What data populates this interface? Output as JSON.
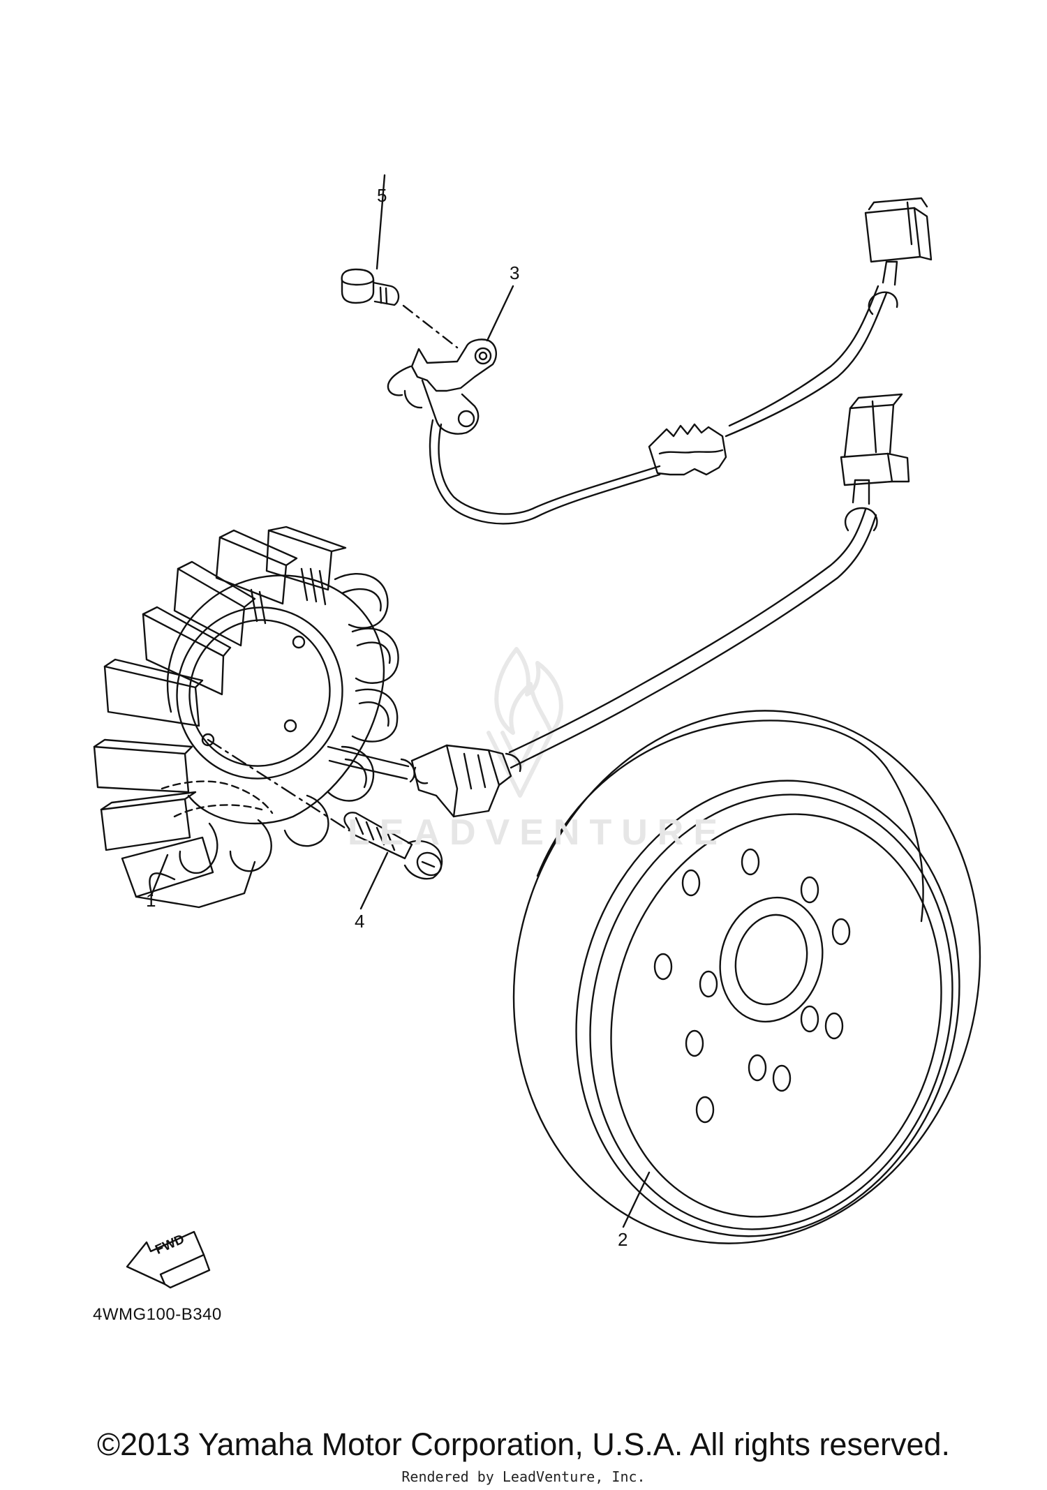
{
  "callouts": {
    "one": "1",
    "two": "2",
    "three": "3",
    "four": "4",
    "five": "5"
  },
  "fwd_label": "FWD",
  "diagram_code": "4WMG100-B340",
  "copyright": "©2013 Yamaha Motor Corporation, U.S.A. All rights reserved.",
  "rendered_by": "Rendered by LeadVenture, Inc.",
  "watermark_text": "LEADVENTURE",
  "colors": {
    "line": "#111111",
    "watermark": "#e6e6e6"
  }
}
